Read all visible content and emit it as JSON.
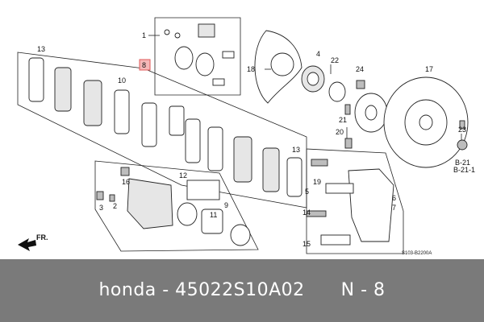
{
  "caption": "honda - 45022S10A02      N - 8",
  "diagram": {
    "code": "S103-B2200A",
    "direction_label": "FR.",
    "highlighted_callout": "8",
    "callouts": {
      "c1": "1",
      "c2": "2",
      "c3": "3",
      "c4": "4",
      "c5": "5",
      "c6": "6",
      "c7": "7",
      "c8": "8",
      "c9": "9",
      "c10": "10",
      "c11": "11",
      "c12": "12",
      "c13a": "13",
      "c13b": "13",
      "c14": "14",
      "c15": "15",
      "c16": "16",
      "c17": "17",
      "c18": "18",
      "c19": "19",
      "c20": "20",
      "c21": "21",
      "c22": "22",
      "c23": "23",
      "c24": "24",
      "b21": "B-21",
      "b211": "B-21-1"
    }
  },
  "colors": {
    "highlight": "#f5b8b8",
    "caption_bar": "#7a7a7a"
  }
}
